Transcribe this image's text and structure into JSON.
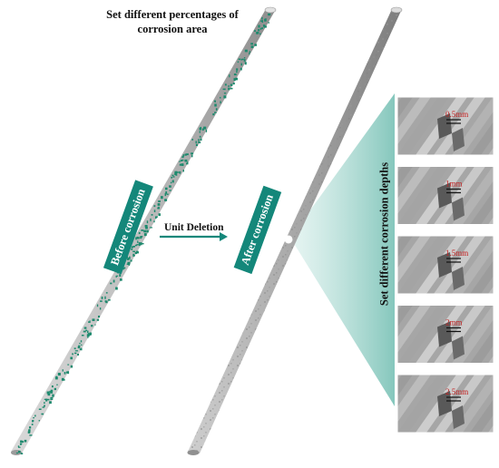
{
  "top_label": {
    "line1": "Set different percentages of",
    "line2": "corrosion area"
  },
  "before_label": "Before corrosion",
  "after_label": "After corrosion",
  "arrow_label": "Unit Deletion",
  "depth_title": "Set different corrosion depths",
  "depth_panels": [
    "0.5mm",
    "1mm",
    "1.5mm",
    "2mm",
    "2.5mm"
  ],
  "colors": {
    "accent": "#14877a",
    "bar_before": "#bdbdbd",
    "bar_after": "#a9a9a9",
    "corrosion_spot": "#1e8a6e",
    "depth_text": "#c42222"
  }
}
